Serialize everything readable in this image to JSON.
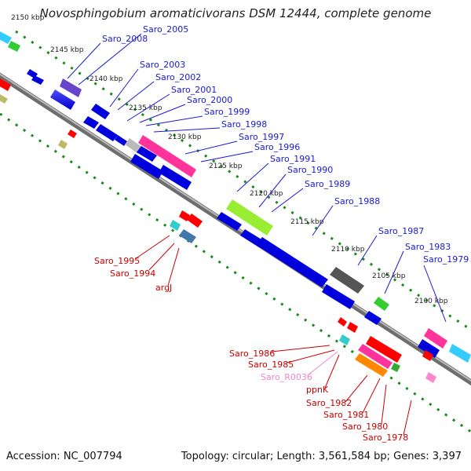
{
  "title": "Novosphingobium aromaticivorans DSM 12444, complete genome",
  "footer": {
    "accession": "Accession: NC_007794",
    "summary": "Topology: circular; Length: 3,561,584 bp; Genes: 3,397"
  },
  "colors": {
    "forward_label": "#1a1ad6",
    "reverse_label": "#cc0000",
    "rna_label": "#ee88cc",
    "backbone": "#888888",
    "tick": "#1a8a1a"
  },
  "ticks": [
    "2150 kbp",
    "2145 kbp",
    "2140 kbp",
    "2135 kbp",
    "2130 kbp",
    "2125 kbp",
    "2120 kbp",
    "2115 kbp",
    "2110 kbp",
    "2105 kbp",
    "2100 kbp"
  ],
  "forward_labels": [
    "Saro_2005",
    "Saro_2008",
    "Saro_2003",
    "Saro_2002",
    "Saro_2001",
    "Saro_2000",
    "Saro_1999",
    "Saro_1998",
    "Saro_1997",
    "Saro_1996",
    "Saro_1991",
    "Saro_1990",
    "Saro_1989",
    "Saro_1988",
    "Saro_1987",
    "Saro_1983",
    "Saro_1979"
  ],
  "reverse_labels": [
    "Saro_1995",
    "Saro_1994",
    "argJ",
    "Saro_1986",
    "Saro_1985",
    "Saro_R0036",
    "ppnK",
    "Saro_1982",
    "Saro_1981",
    "Saro_1980",
    "Saro_1978"
  ]
}
